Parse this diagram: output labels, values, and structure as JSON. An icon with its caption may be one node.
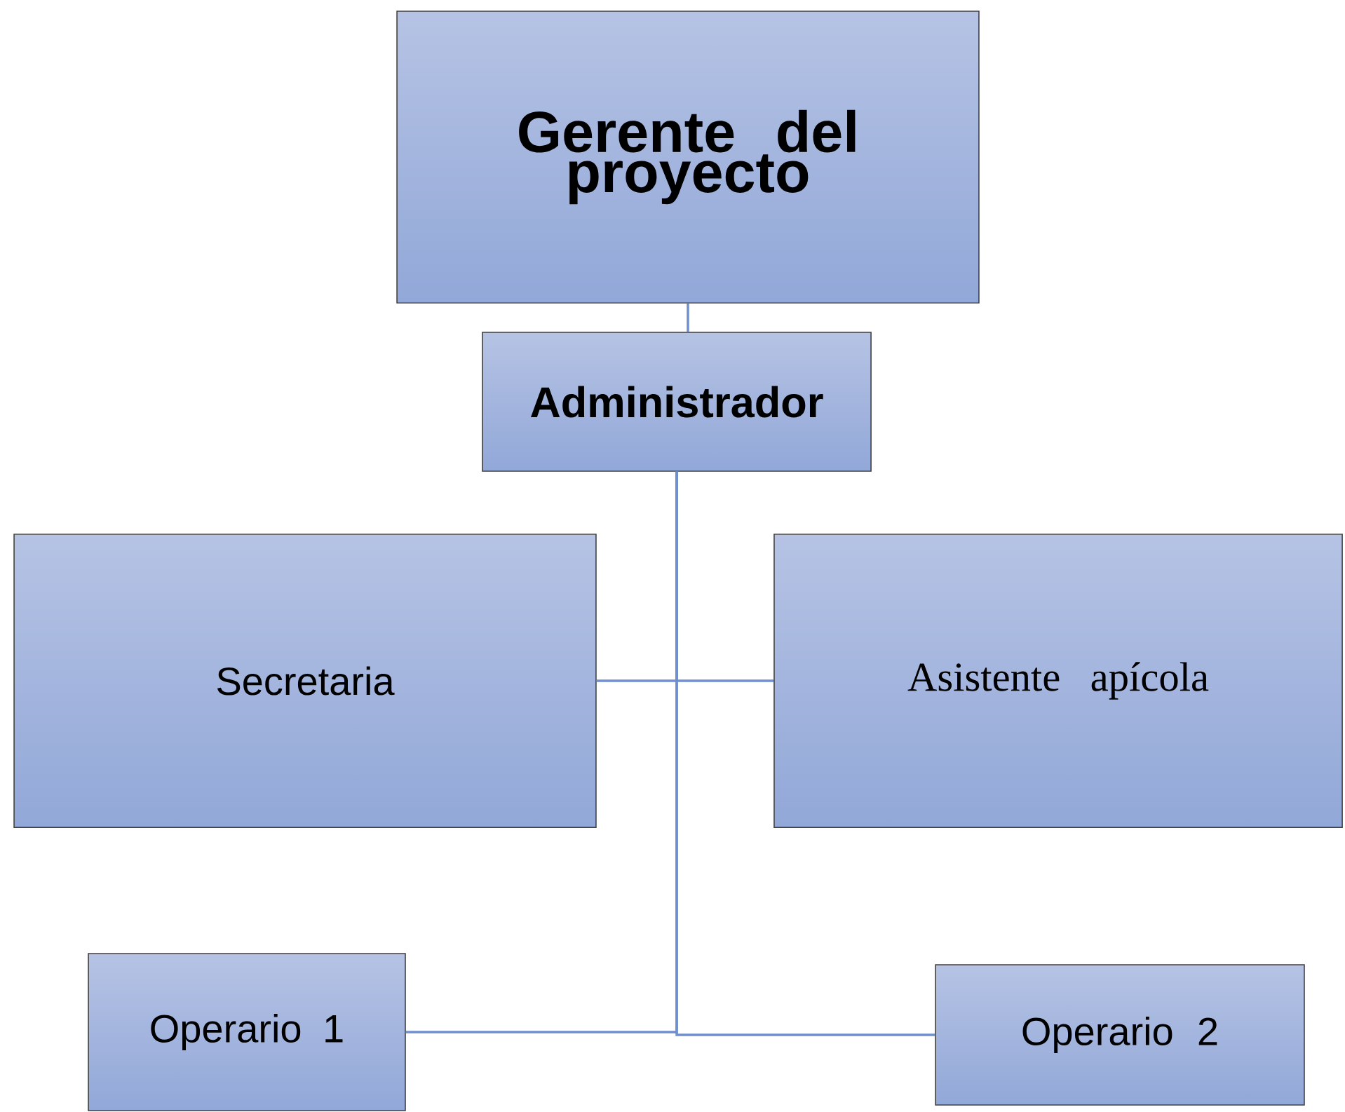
{
  "diagram": {
    "nodes": [
      {
        "text": [
          "Gerente del proyecto"
        ]
      },
      {
        "text": [
          "Administrador"
        ]
      },
      {
        "text": [
          "Secretaria"
        ]
      },
      {
        "text": [
          "Asistente apícola"
        ]
      },
      {
        "text": [
          "Operario 1"
        ]
      },
      {
        "text": [
          "Operario 2"
        ]
      }
    ],
    "edges": [
      {
        "from": 0,
        "to": 1,
        "arrow": "none"
      },
      {
        "from": 1,
        "to": 2,
        "arrow": "none"
      },
      {
        "from": 1,
        "to": 3,
        "arrow": "none"
      },
      {
        "from": 1,
        "to": 4,
        "arrow": "none"
      },
      {
        "from": 1,
        "to": 5,
        "arrow": "none"
      }
    ]
  }
}
